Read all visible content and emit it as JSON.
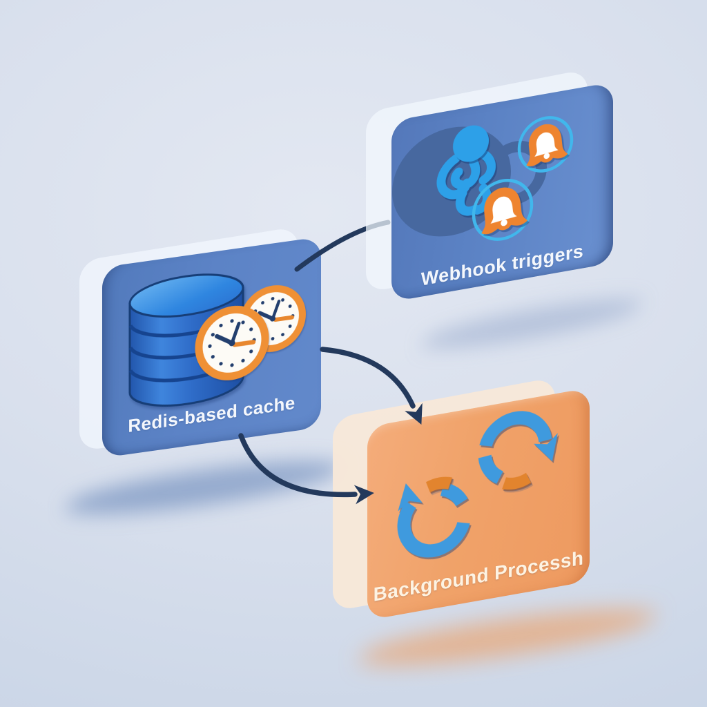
{
  "diagram": {
    "nodes": [
      {
        "id": "redis-cache",
        "label": "Redis-based cache",
        "card_color": "#5b80c2",
        "back_card_color": "#eef3fa",
        "icons": [
          "database-icon",
          "clock-icon",
          "clock-icon"
        ]
      },
      {
        "id": "webhook-triggers",
        "label": "Webhook triggers",
        "card_color": "#5b82c6",
        "back_card_color": "#f2f6fc",
        "icons": [
          "webhook-octopus-icon",
          "notification-bell-icon",
          "notification-bell-icon"
        ]
      },
      {
        "id": "background-process",
        "label": "Background Processh",
        "card_color": "#f0a169",
        "back_card_color": "#f8e8d8",
        "icons": [
          "sync-cycle-icon",
          "sync-cycle-icon"
        ]
      }
    ],
    "edges": [
      {
        "from": "redis-cache",
        "to": "webhook-triggers",
        "style": "curved-line",
        "arrowhead": false
      },
      {
        "from": "redis-cache",
        "to": "background-process",
        "style": "curved-arrow",
        "arrowhead": true
      },
      {
        "from": "redis-cache",
        "to": "background-process",
        "style": "curved-arrow",
        "arrowhead": true
      }
    ],
    "colors": {
      "background_center": "#dfe5f0",
      "background_edge": "#c7d3e5",
      "arrow": "#23395c",
      "icon_blue": "#2da0e8",
      "icon_orange": "#ee8430",
      "clock_rim": "#ef9035",
      "clock_hand": "#233f6e",
      "refresh_blue": "#3f9ade",
      "refresh_orange": "#e2842e",
      "bell_ring": "#41b7ec",
      "database_blue": "#2a65c0"
    }
  }
}
